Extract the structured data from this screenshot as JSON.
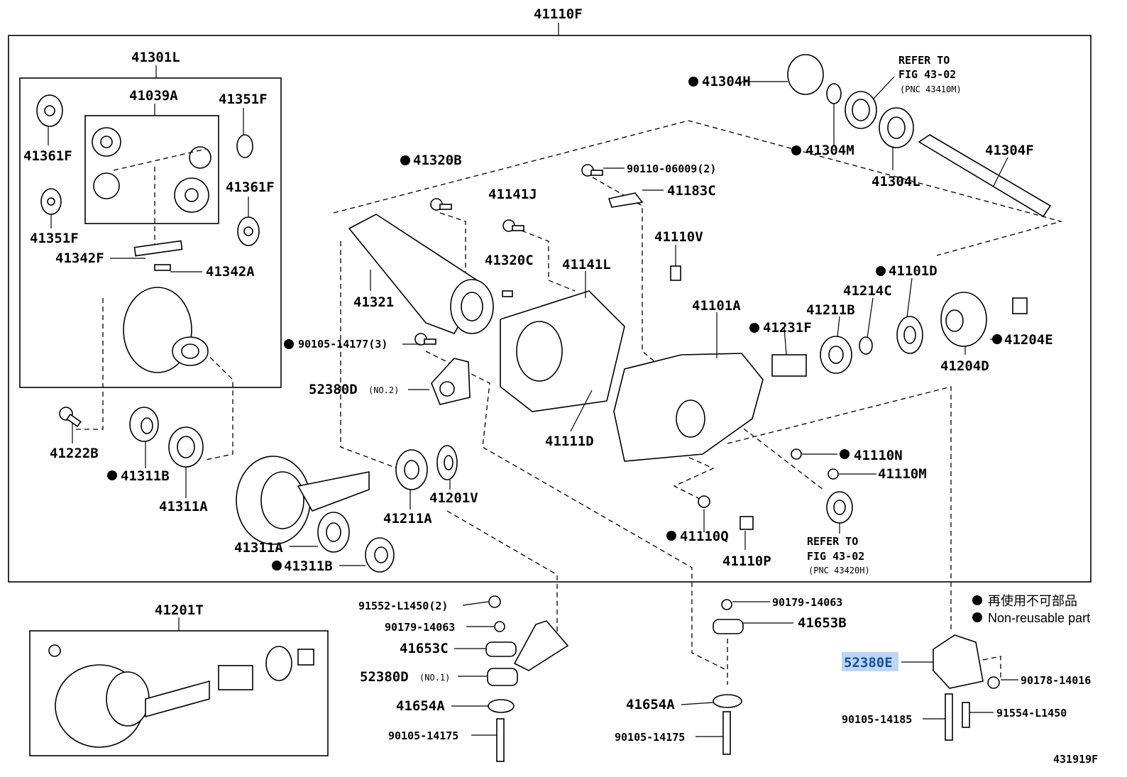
{
  "legend": {
    "nonreusable_jp": "再使用不可部品",
    "nonreusable_en": "Non-reusable part"
  },
  "figure_number": "431919F",
  "highlighted_part": "52380E",
  "parts": {
    "p41110F": "41110F",
    "p41301L": "41301L",
    "p41039A": "41039A",
    "p41351F_top": "41351F",
    "p41361F_left": "41361F",
    "p41361F_right": "41361F",
    "p41351F_left": "41351F",
    "p41342F": "41342F",
    "p41342A": "41342A",
    "p41222B": "41222B",
    "p41311B_a": "41311B",
    "p41311A_a": "41311A",
    "p41311A_b": "41311A",
    "p41311B_b": "41311B",
    "p41320B": "41320B",
    "p41321": "41321",
    "p41141J": "41141J",
    "p41320C": "41320C",
    "p41141L": "41141L",
    "p90110": "90110-06009(2)",
    "p41183C": "41183C",
    "p41110V": "41110V",
    "p41101A": "41101A",
    "p41111D": "41111D",
    "p90105_14177": "90105-14177(3)",
    "p52380D_no2": "52380D",
    "p52380D_no2_note": "(NO.2)",
    "p41211A": "41211A",
    "p41201V": "41201V",
    "p41304H": "41304H",
    "p41304M": "41304M",
    "p41304L": "41304L",
    "p41304F": "41304F",
    "refer_top_1": "REFER TO",
    "refer_top_2": "FIG 43-02",
    "refer_top_3": "(PNC 43410M)",
    "p41101D": "41101D",
    "p41214C": "41214C",
    "p41211B": "41211B",
    "p41231F": "41231F",
    "p41204E": "41204E",
    "p41204D": "41204D",
    "p41110N": "41110N",
    "p41110M": "41110M",
    "p41110Q": "41110Q",
    "p41110P": "41110P",
    "refer_bot_1": "REFER TO",
    "refer_bot_2": "FIG 43-02",
    "refer_bot_3": "(PNC 43420H)",
    "p41201T": "41201T",
    "p91552": "91552-L1450(2)",
    "p90179_a": "90179-14063",
    "p41653C": "41653C",
    "p52380D_no1": "52380D",
    "p52380D_no1_note": "(NO.1)",
    "p41654A_a": "41654A",
    "p90105_14175_a": "90105-14175",
    "p90179_b": "90179-14063",
    "p41653B": "41653B",
    "p41654A_b": "41654A",
    "p90105_14175_b": "90105-14175",
    "p52380E": "52380E",
    "p90178": "90178-14016",
    "p90105_14185": "90105-14185",
    "p91554": "91554-L1450"
  }
}
